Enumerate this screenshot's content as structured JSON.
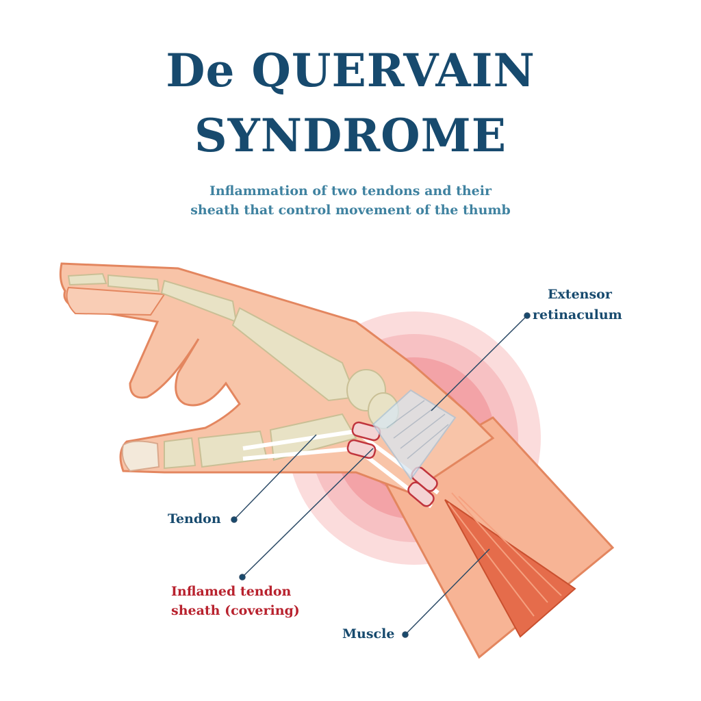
{
  "title": {
    "line1": "De QUERVAIN",
    "line2": "SYNDROME"
  },
  "subtitle": {
    "line1": "Inflammation of two tendons and their",
    "line2": "sheath that control movement of the thumb"
  },
  "labels": {
    "extensor_line1": "Extensor",
    "extensor_line2": "retinaculum",
    "tendon": "Tendon",
    "inflamed_line1": "Inflamed tendon",
    "inflamed_line2": "sheath (covering)",
    "muscle": "Muscle"
  },
  "colors": {
    "title": "#174a6e",
    "subtitle": "#3f82a0",
    "inflamed": "#b8222e",
    "skin": "#f7bfa3",
    "bone": "#e8e2c5"
  }
}
